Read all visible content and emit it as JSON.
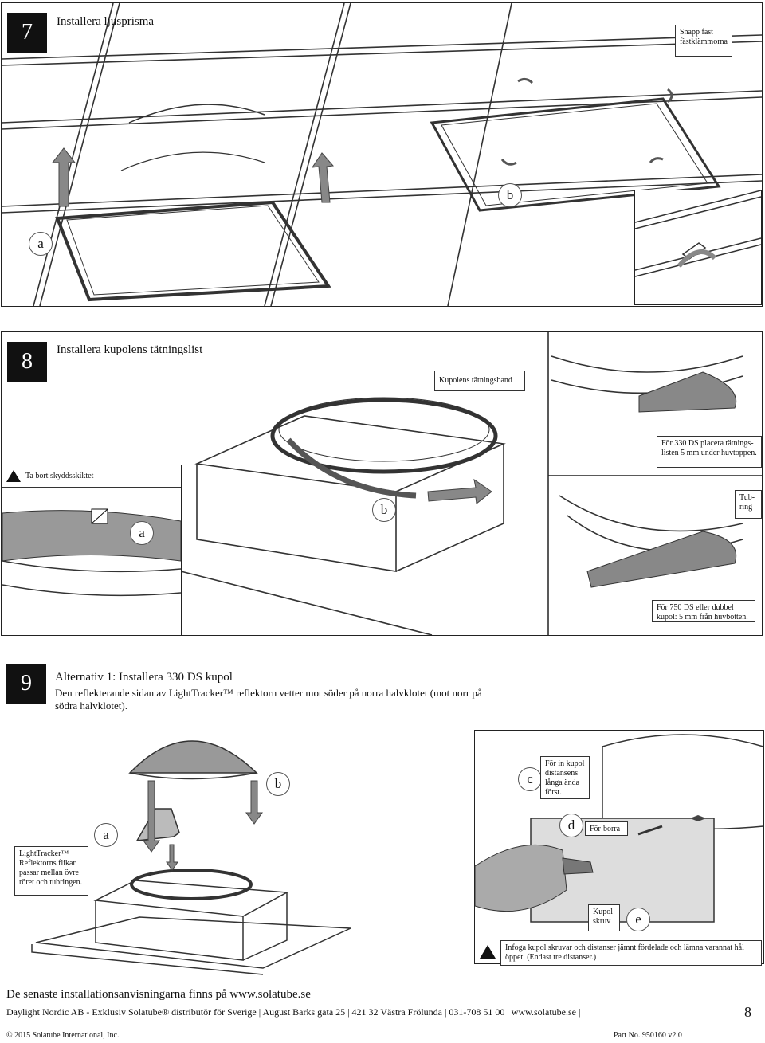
{
  "step7": {
    "number": "7",
    "title": "Installera ljusprisma",
    "note_snap": "Snäpp fast fästklämmorna",
    "label_a": "a",
    "label_b": "b"
  },
  "step8": {
    "number": "8",
    "title": "Installera kupolens tätningslist",
    "note_band": "Kupolens tätningsband",
    "note_remove": "Ta bort skyddsskiktet",
    "note_330": "För 330 DS placera tätnings-listen 5 mm under huvtoppen.",
    "note_tub": "Tub-ring",
    "note_750": "För 750 DS eller dubbel kupol: 5 mm från huvbotten.",
    "label_a": "a",
    "label_b": "b"
  },
  "step9": {
    "number": "9",
    "title": "Alternativ 1: Installera 330 DS kupol",
    "description": "Den reflekterande sidan av LightTracker™ reflektorn vetter mot söder på norra halvklotet (mot norr på södra halvklotet).",
    "note_lighttracker_title": "LightTracker™",
    "note_lighttracker_body": "Reflektorns flikar passar mellan övre röret och tubringen.",
    "note_spacer": "För in kupol distansens långa ända först.",
    "note_predrill": "För-borra",
    "note_screw": "Kupol skruv",
    "note_insert": "Infoga kupol skruvar och distanser jämnt fördelade och lämna varannat hål öppet. (Endast tre distanser.)",
    "label_a": "a",
    "label_b": "b",
    "label_c": "c",
    "label_d": "d",
    "label_e": "e"
  },
  "footer": {
    "headline": "De senaste installationsanvisningarna finns på www.solatube.se",
    "company_line": "Daylight Nordic AB - Exklusiv Solatube® distributör för Sverige | August Barks gata 25 | 421 32 Västra Frölunda | 031-708 51 00 | www.solatube.se |",
    "page_number": "8",
    "copyright": "© 2015 Solatube International, Inc.",
    "part_no": "Part No. 950160 v2.0"
  },
  "icons": {
    "warning": "warning-triangle-icon"
  }
}
